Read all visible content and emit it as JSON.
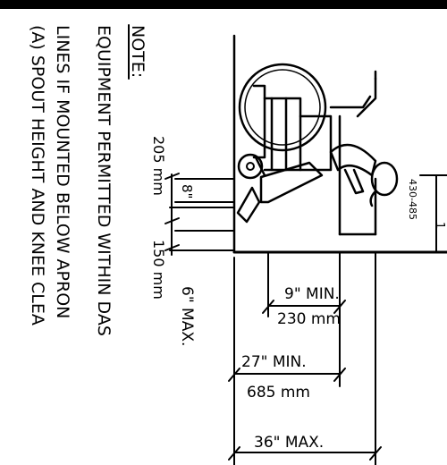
{
  "note": {
    "heading": "NOTE:",
    "line1": "EQUIPMENT PERMITTED WITHIN DAS",
    "line2": "LINES IF MOUNTED BELOW APRON",
    "line3": "(A) SPOUT HEIGHT AND KNEE CLEA"
  },
  "dimensions": {
    "knee_clearance_in": "8\"",
    "knee_clearance_mm": "205 mm",
    "toe_height_in": "6\" MAX.",
    "toe_height_mm": "150 mm",
    "knee_depth_in": "9\" MIN.",
    "knee_depth_mm": "230 mm",
    "toe_depth_in": "27\" MIN.",
    "toe_depth_mm": "685 mm",
    "total_depth_in": "36\" MAX.",
    "apron_height_mm": "430-485",
    "apron_height_in_partial": "1",
    "total_depth_mm_partial": "...."
  },
  "colors": {
    "ink": "#000000",
    "paper": "#ffffff"
  }
}
